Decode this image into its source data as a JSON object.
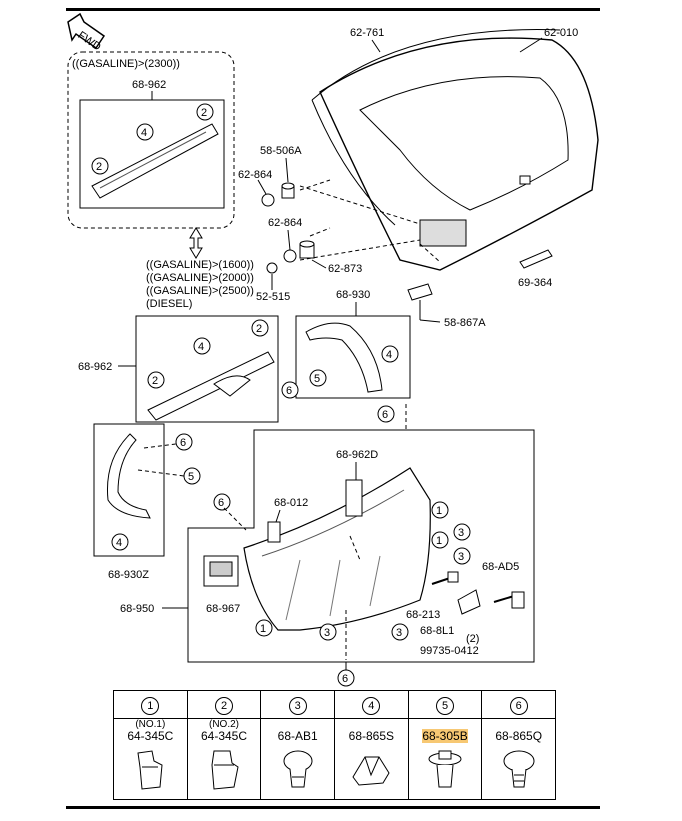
{
  "fwd_label": "FWD",
  "callouts": {
    "gasoline_2300": "((GASALINE)>(2300))",
    "upper_group": "68-962",
    "variants": [
      "((GASALINE)>(1600))",
      "((GASALINE)>(2000))",
      "((GASALINE)>(2500))",
      "(DIESEL)"
    ],
    "parts": {
      "p62_761": "62-761",
      "p62_010": "62-010",
      "p58_506A": "58-506A",
      "p62_864a": "62-864",
      "p62_864b": "62-864",
      "p62_873": "62-873",
      "p52_515": "52-515",
      "p68_930": "68-930",
      "p58_867A": "58-867A",
      "p69_364": "69-364",
      "p68_962_mid": "68-962",
      "p68_962D": "68-962D",
      "p68_012": "68-012",
      "p68_930Z": "68-930Z",
      "p68_950": "68-950",
      "p68_967": "68-967",
      "p68_213": "68-213",
      "p68_8L1": "68-8L1",
      "p68_AD5": "68-AD5",
      "qty2": "(2)",
      "p99735": "99735-0412"
    },
    "refs": [
      "1",
      "2",
      "3",
      "4",
      "5",
      "6"
    ]
  },
  "legend": [
    {
      "num": "1",
      "sub": "(NO.1)",
      "code": "64-345C",
      "icon": "clip-a-icon",
      "highlight": false
    },
    {
      "num": "2",
      "sub": "(NO.2)",
      "code": "64-345C",
      "icon": "clip-b-icon",
      "highlight": false
    },
    {
      "num": "3",
      "sub": "",
      "code": "68-AB1",
      "icon": "push-rivet-icon",
      "highlight": false
    },
    {
      "num": "4",
      "sub": "",
      "code": "68-865S",
      "icon": "retainer-clip-icon",
      "highlight": false
    },
    {
      "num": "5",
      "sub": "",
      "code": "68-305B",
      "icon": "fastener-icon",
      "highlight": true
    },
    {
      "num": "6",
      "sub": "",
      "code": "68-865Q",
      "icon": "trim-clip-icon",
      "highlight": false
    }
  ]
}
